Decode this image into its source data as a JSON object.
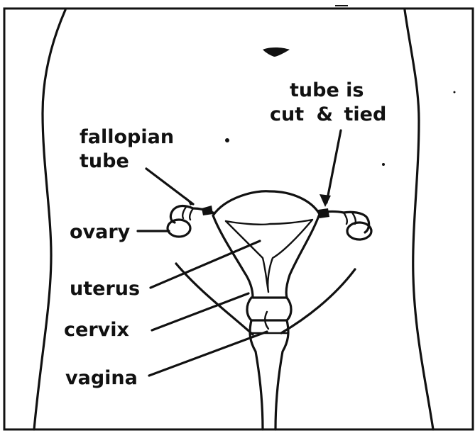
{
  "labels": {
    "fallopian_line1": "fallopian",
    "fallopian_line2": "tube",
    "tied_line1": "tube is",
    "tied_line2": "cut",
    "tied_amp": "&",
    "tied_line2b": "tied",
    "ovary": "ovary",
    "uterus": "uterus",
    "cervix": "cervix",
    "vagina": "vagina"
  },
  "colors": {
    "ink": "#111111",
    "paper": "#ffffff"
  }
}
